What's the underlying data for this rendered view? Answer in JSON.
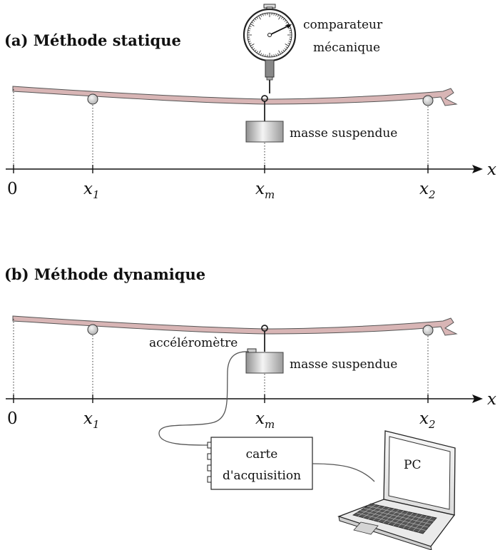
{
  "panel_a": {
    "title": "(a) Méthode statique",
    "gauge_label_line1": "comparateur",
    "gauge_label_line2": "mécanique",
    "mass_label": "masse suspendue",
    "axis": {
      "name": "x",
      "origin": "0",
      "x1": {
        "base": "x",
        "sub": "1"
      },
      "xm": {
        "base": "x",
        "sub": "m"
      },
      "x2": {
        "base": "x",
        "sub": "2"
      }
    }
  },
  "panel_b": {
    "title": "(b) Méthode dynamique",
    "accelerometer_label": "accéléromètre",
    "mass_label": "masse suspendue",
    "daq_line1": "carte",
    "daq_line2": "d'acquisition",
    "pc_label": "PC",
    "axis": {
      "name": "x",
      "origin": "0",
      "x1": {
        "base": "x",
        "sub": "1"
      },
      "xm": {
        "base": "x",
        "sub": "m"
      },
      "x2": {
        "base": "x",
        "sub": "2"
      }
    }
  },
  "colors": {
    "bar_fill": "#d8b5b5",
    "mass_gradient_light": "#f2f2f2",
    "mass_gradient_dark": "#9a9a9a",
    "line": "#111111"
  }
}
